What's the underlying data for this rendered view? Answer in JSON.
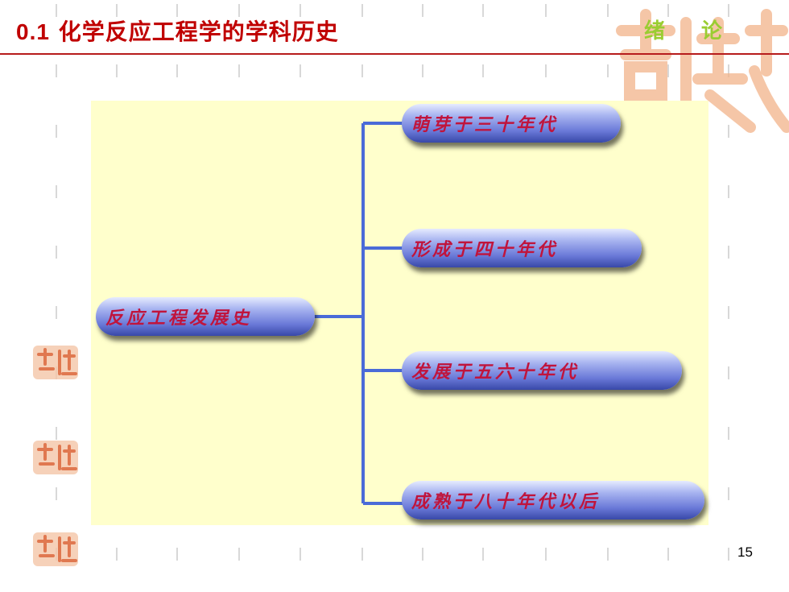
{
  "header": {
    "number": "0.1",
    "title": "化学反应工程学的学科历史",
    "section_tag": "绪 论"
  },
  "tree": {
    "root": "反应工程发展史",
    "branches": [
      "萌芽于三十年代",
      "形成于四十年代",
      "发展于五六十年代",
      "成熟于八十年代以后"
    ]
  },
  "footer": {
    "page_number": "15"
  },
  "colors": {
    "title_red": "#c00000",
    "rule_red": "#b71c1c",
    "panel_yellow": "#ffffcc",
    "pill_blue": "#6a79d8",
    "pill_text": "#c0143c",
    "connector_blue": "#4a6bd8",
    "seal_orange": "#e8a070",
    "section_green": "#9acd32"
  }
}
